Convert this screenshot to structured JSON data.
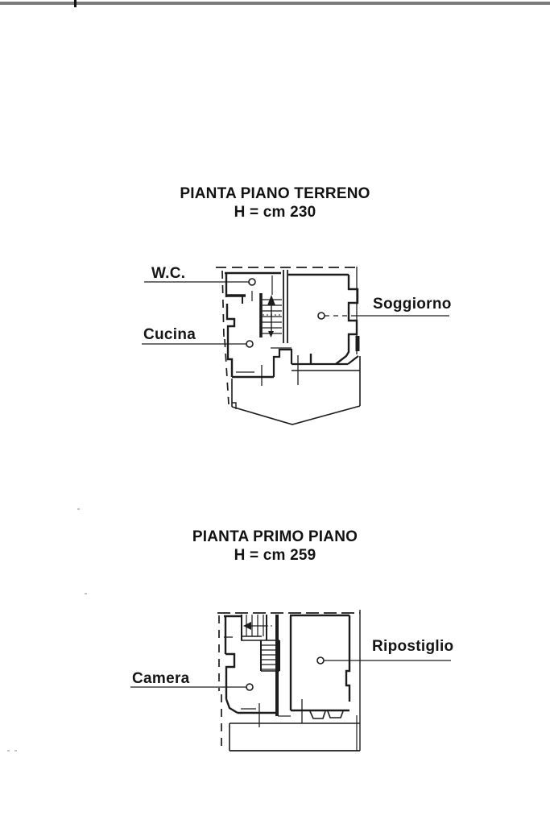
{
  "document": {
    "type_note": "scanned floor plan page",
    "line_color": "#1c1c1c",
    "top_border_color": "#7b7b7b",
    "background": "#ffffff"
  },
  "plans": [
    {
      "title": "PIANTA PIANO TERRENO",
      "height_note": "H = cm 230",
      "rooms": [
        {
          "label": "W.C."
        },
        {
          "label": "Cucina"
        },
        {
          "label": "Soggiorno"
        }
      ]
    },
    {
      "title": "PIANTA PRIMO PIANO",
      "height_note": "H = cm 259",
      "rooms": [
        {
          "label": "Camera"
        },
        {
          "label": "Ripostiglio"
        }
      ]
    }
  ]
}
